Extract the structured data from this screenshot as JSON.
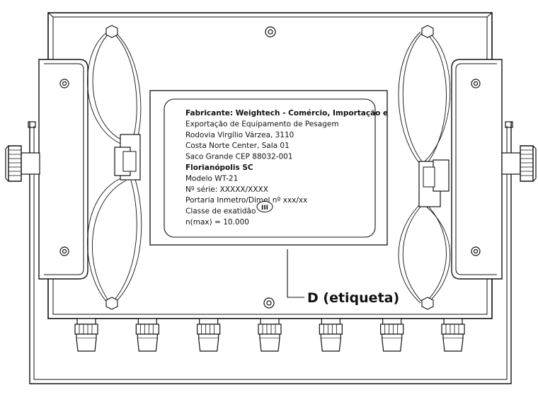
{
  "label_plate": {
    "lines": [
      "Fabricante: Weightech - Comércio, Importação e",
      "Exportação de Equipamento de Pesagem",
      "Rodovia Virgílio Várzea, 3110",
      "Costa Norte Center, Sala 01",
      "Saco Grande CEP 88032-001",
      "Florianópolis SC",
      "Modelo WT-21",
      "Nº série: XXXXX/XXXX",
      "Portaria Inmetro/Dimel nº xxx/xx",
      "Classe de exatidão",
      "n(max) = 10.000"
    ],
    "class_symbol": "III"
  },
  "callout": {
    "label": "D (etiqueta)"
  },
  "connector_count": 7
}
